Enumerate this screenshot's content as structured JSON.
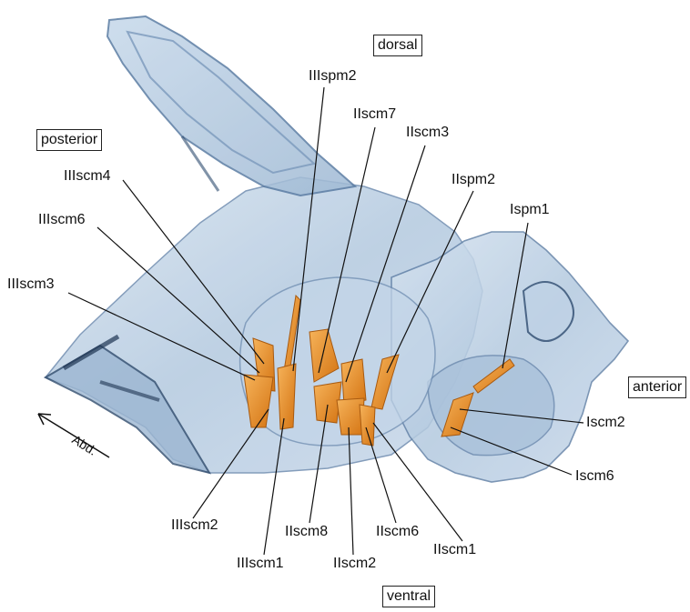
{
  "orientation": {
    "dorsal": "dorsal",
    "posterior": "posterior",
    "anterior": "anterior",
    "ventral": "ventral"
  },
  "arrow_label": "Abd.",
  "labels": {
    "IIIspm2": "IIIspm2",
    "IIscm7": "IIscm7",
    "IIscm3": "IIscm3",
    "IIspm2": "IIspm2",
    "Ispm1": "Ispm1",
    "IIIscm4": "IIIscm4",
    "IIIscm6": "IIIscm6",
    "IIIscm3": "IIIscm3",
    "Iscm2": "Iscm2",
    "Iscm6": "Iscm6",
    "IIIscm2": "IIIscm2",
    "IIIscm1": "IIIscm1",
    "IIscm8": "IIscm8",
    "IIscm2": "IIscm2",
    "IIscm6": "IIscm6",
    "IIscm1": "IIscm1"
  },
  "colors": {
    "tissue_fill": "#b9cde2",
    "tissue_edge": "#5f7fa6",
    "muscle_fill": "#e98c26",
    "muscle_dark": "#b86414",
    "leader": "#111111"
  }
}
